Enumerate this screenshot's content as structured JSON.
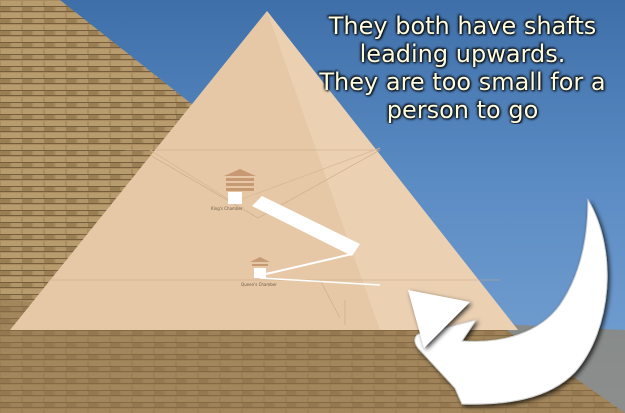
{
  "caption": {
    "lines": [
      "They both have shafts",
      "leading upwards.",
      "They are too small for a",
      "person to go"
    ]
  },
  "diagram": {
    "kings_chamber_label": "King's Chamber",
    "queens_chamber_label": "Queen's Chamber"
  },
  "colors": {
    "sky": "#5c8cc4",
    "cutaway_fill": "#e8c9a8",
    "caption_text": "#fffde0",
    "arrow_fill": "#ffffff"
  }
}
